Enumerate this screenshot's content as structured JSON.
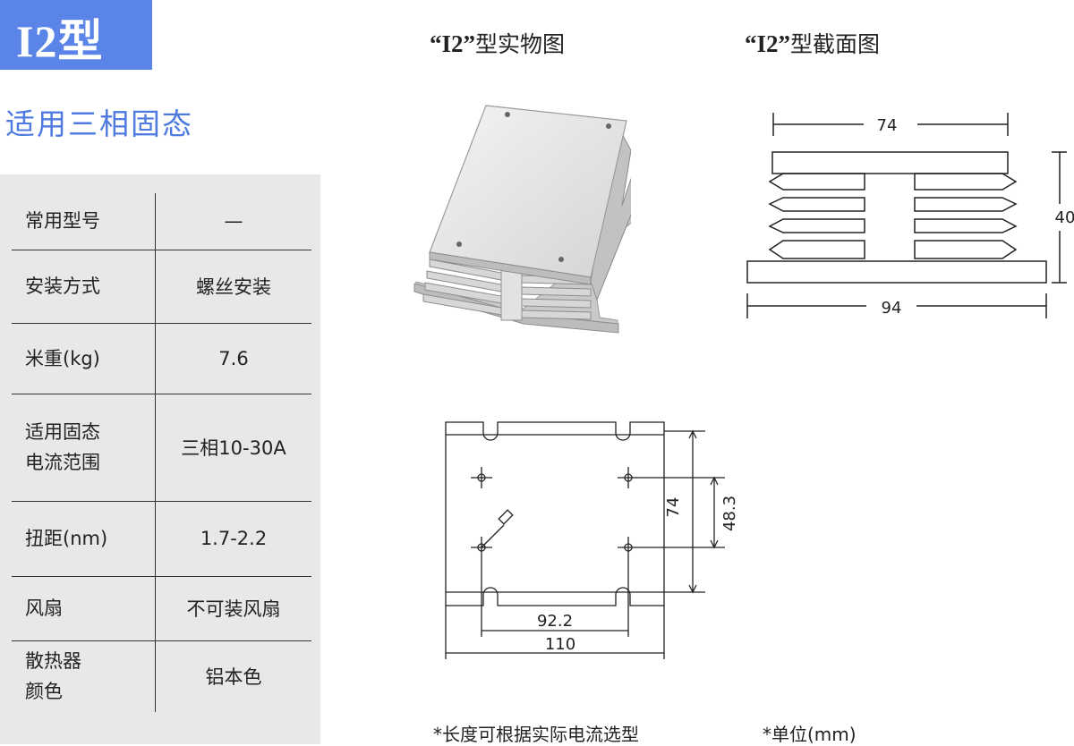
{
  "header": {
    "title": "I2型",
    "subtitle": "适用三相固态"
  },
  "specs": [
    {
      "label": "常用型号",
      "value": "—"
    },
    {
      "label": "安装方式",
      "value": "螺丝安装"
    },
    {
      "label": "米重(kg)",
      "value": "7.6"
    },
    {
      "label": "适用固态电流范围",
      "label_lines": [
        "适用固态",
        "电流范围"
      ],
      "value": "三相10-30A"
    },
    {
      "label": "扭距(nm)",
      "value": "1.7-2.2"
    },
    {
      "label": "风扇",
      "value": "不可装风扇"
    },
    {
      "label": "散热器颜色",
      "label_lines": [
        "散热器",
        "颜色"
      ],
      "value": "铝本色"
    }
  ],
  "photo": {
    "caption_quoted": "“I2”",
    "caption_suffix": "型实物图"
  },
  "cross_section": {
    "caption_quoted": "“I2”",
    "caption_suffix": "型截面图",
    "dim_width_top": "74",
    "dim_height": "40",
    "dim_width_base": "94"
  },
  "top_view": {
    "dim_height": "74",
    "dim_hole_spacing_v": "48.3",
    "dim_hole_spacing_h": "92.2",
    "dim_width": "110"
  },
  "notes": {
    "length_note": "*长度可根据实际电流选型",
    "unit_note": "*单位(mm)"
  },
  "colors": {
    "accent": "#5b84e8",
    "subtitle": "#4f7ae0",
    "panel": "#e8e8e8"
  }
}
